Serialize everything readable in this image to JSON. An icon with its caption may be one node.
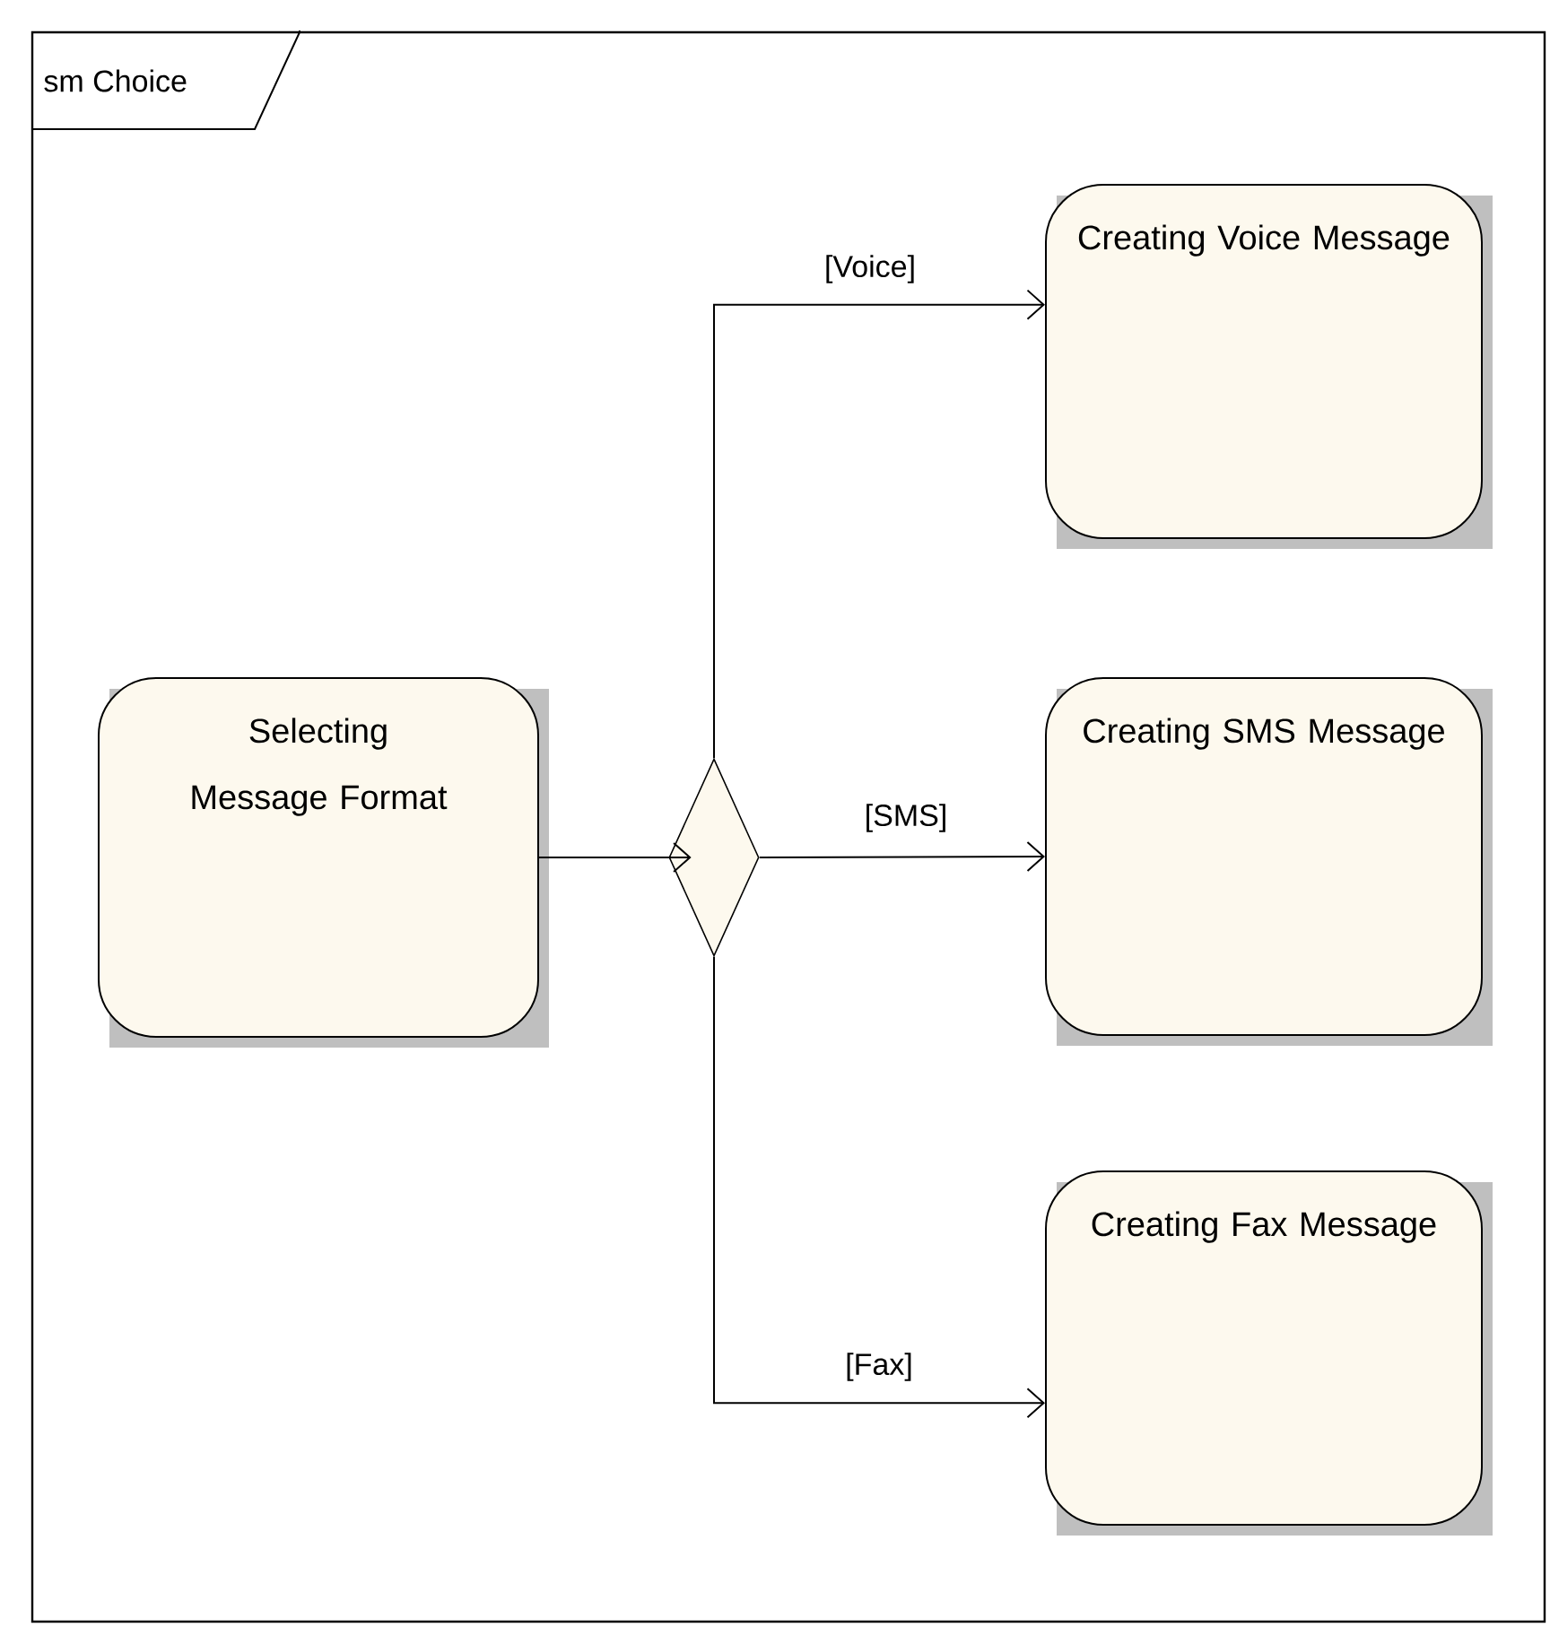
{
  "diagram": {
    "nodes": [
      {
        "text": [
          "sm Choice"
        ]
      },
      {
        "text": [
          "Selecting Message Format"
        ],
        "in": 0
      },
      {
        "text": [],
        "shape": "diamond",
        "in": 0
      },
      {
        "text": [
          "Creating Voice Message"
        ],
        "in": 0
      },
      {
        "text": [
          "Creating SMS Message"
        ],
        "in": 0
      },
      {
        "text": [
          "Creating Fax Message"
        ],
        "in": 0
      }
    ],
    "edges": [
      {
        "from": 1,
        "to": 2,
        "arrow": "to"
      },
      {
        "from": 2,
        "to": 3,
        "arrow": "to",
        "label": "[Voice]"
      },
      {
        "from": 2,
        "to": 4,
        "arrow": "to",
        "label": "[SMS]"
      },
      {
        "from": 2,
        "to": 5,
        "arrow": "to",
        "label": "[Fax]"
      }
    ]
  }
}
